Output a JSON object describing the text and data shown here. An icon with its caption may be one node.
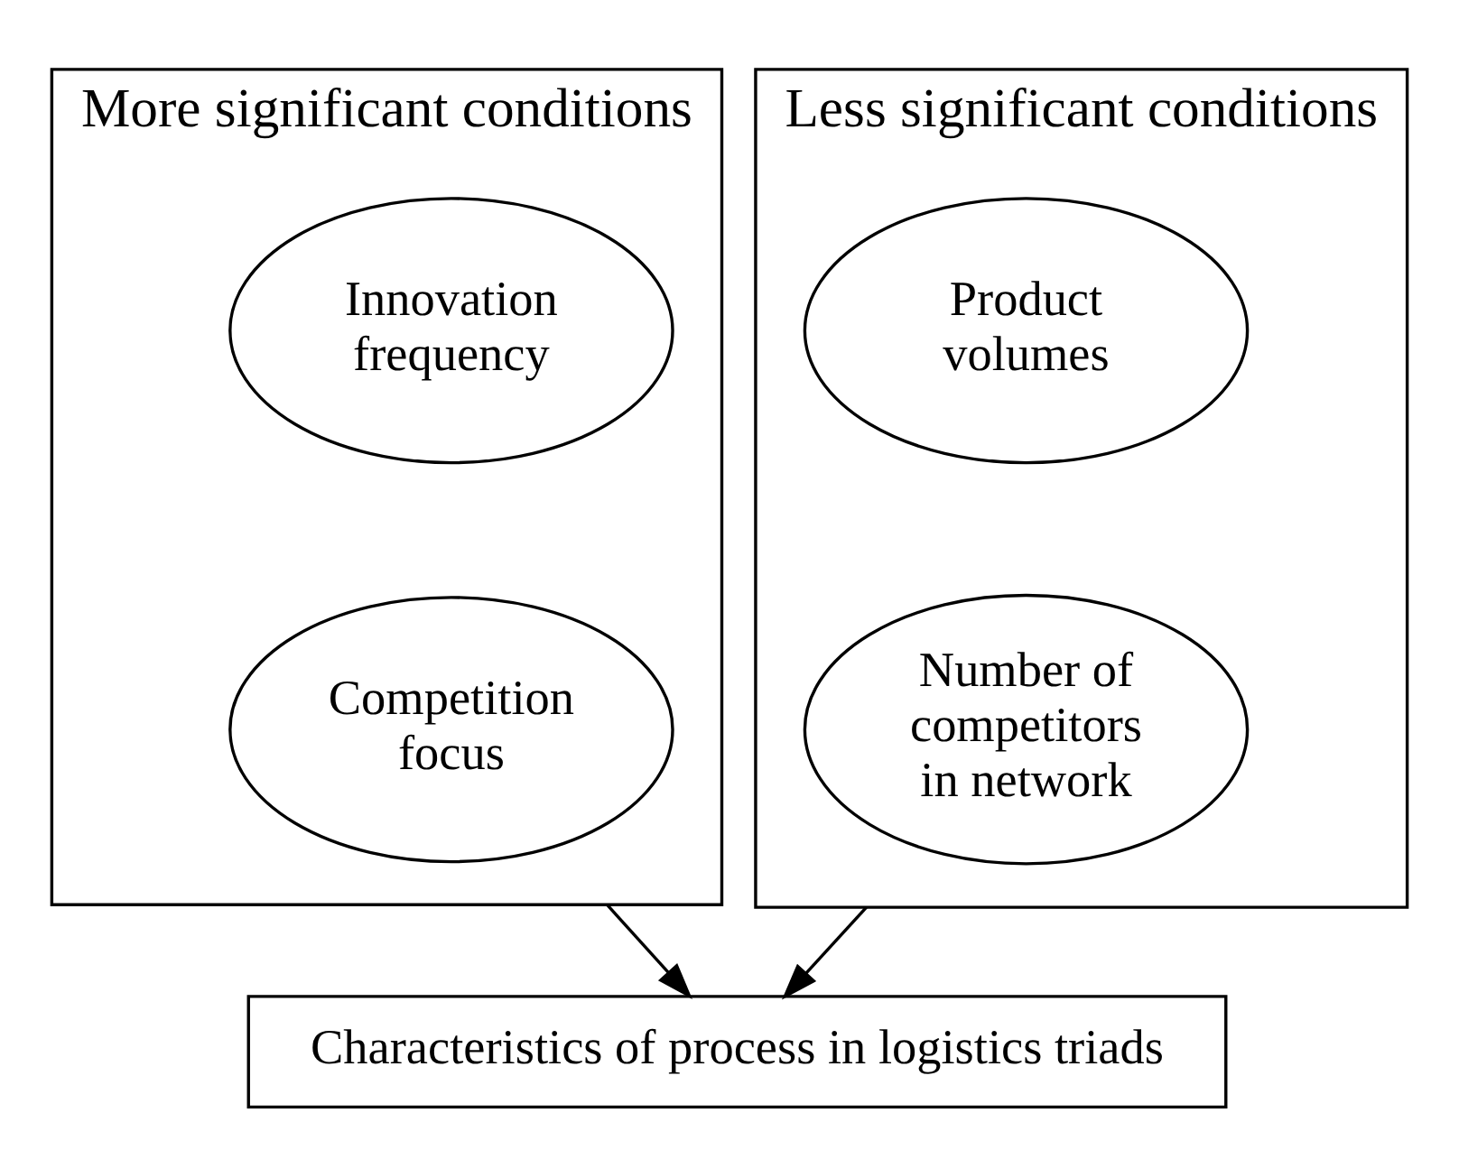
{
  "diagram": {
    "nodes": [
      {
        "text": [
          "More significant conditions"
        ]
      },
      {
        "text": [
          "Innovation frequency"
        ],
        "in": 0
      },
      {
        "text": [
          "Competition focus"
        ],
        "in": 0
      },
      {
        "text": [
          "Less significant conditions"
        ]
      },
      {
        "text": [
          "Product volumes"
        ],
        "in": 3
      },
      {
        "text": [
          "Number of competitors in network"
        ],
        "in": 3
      },
      {
        "text": [
          "Characteristics of process in logistics triads"
        ]
      }
    ],
    "edges": [
      {
        "from": 0,
        "to": 6,
        "arrow": "to"
      },
      {
        "from": 3,
        "to": 6,
        "arrow": "to"
      }
    ]
  }
}
